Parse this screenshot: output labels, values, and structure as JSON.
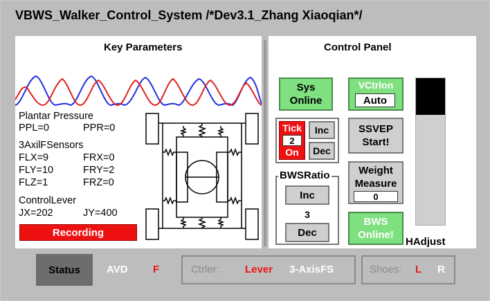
{
  "window_title": "VBWS_Walker_Control_System /*Dev3.1_Zhang Xiaoqian*/",
  "key_params": {
    "title": "Key Parameters",
    "plantar_title": "Plantar Pressure",
    "ppl": "PPL=0",
    "ppr": "PPR=0",
    "sensors_title": "3AxilFSensors",
    "flx": "FLX=9",
    "frx": "FRX=0",
    "fly": "FLY=10",
    "fry": "FRY=2",
    "flz": "FLZ=1",
    "frz": "FRZ=0",
    "lever_title": "ControlLever",
    "jx": "JX=202",
    "jy": "JY=400",
    "recording": "Recording"
  },
  "control": {
    "title": "Control Panel",
    "sys_online": "Sys\nOnline",
    "vctrl_label": "VCtrlon",
    "vctrl_value": "Auto",
    "tick_label": "Tick",
    "tick_value": "2",
    "tick_state": "On",
    "inc": "Inc",
    "dec": "Dec",
    "ssvep": "SSVEP\nStart!",
    "bws_ratio_title": "BWSRatio",
    "bws_inc": "Inc",
    "bws_value": "3",
    "bws_dec": "Dec",
    "weight_label": "Weight\nMeasure",
    "weight_value": "0",
    "bws_online": "BWS\nOnline!",
    "hadjust": "HAdjust",
    "hadjust_level": 0.25
  },
  "status_bar": {
    "status": "Status",
    "avd": "AVD",
    "f": "F",
    "ctrler_label": "Ctrler:",
    "lever": "Lever",
    "axis": "3-AxisFS",
    "shoes_label": "Shoes:",
    "shoe_l": "L",
    "shoe_r": "R"
  },
  "colors": {
    "red": "#ee1111",
    "green": "#7fe07f",
    "wave_blue": "#2030e0",
    "wave_red": "#e02020"
  }
}
